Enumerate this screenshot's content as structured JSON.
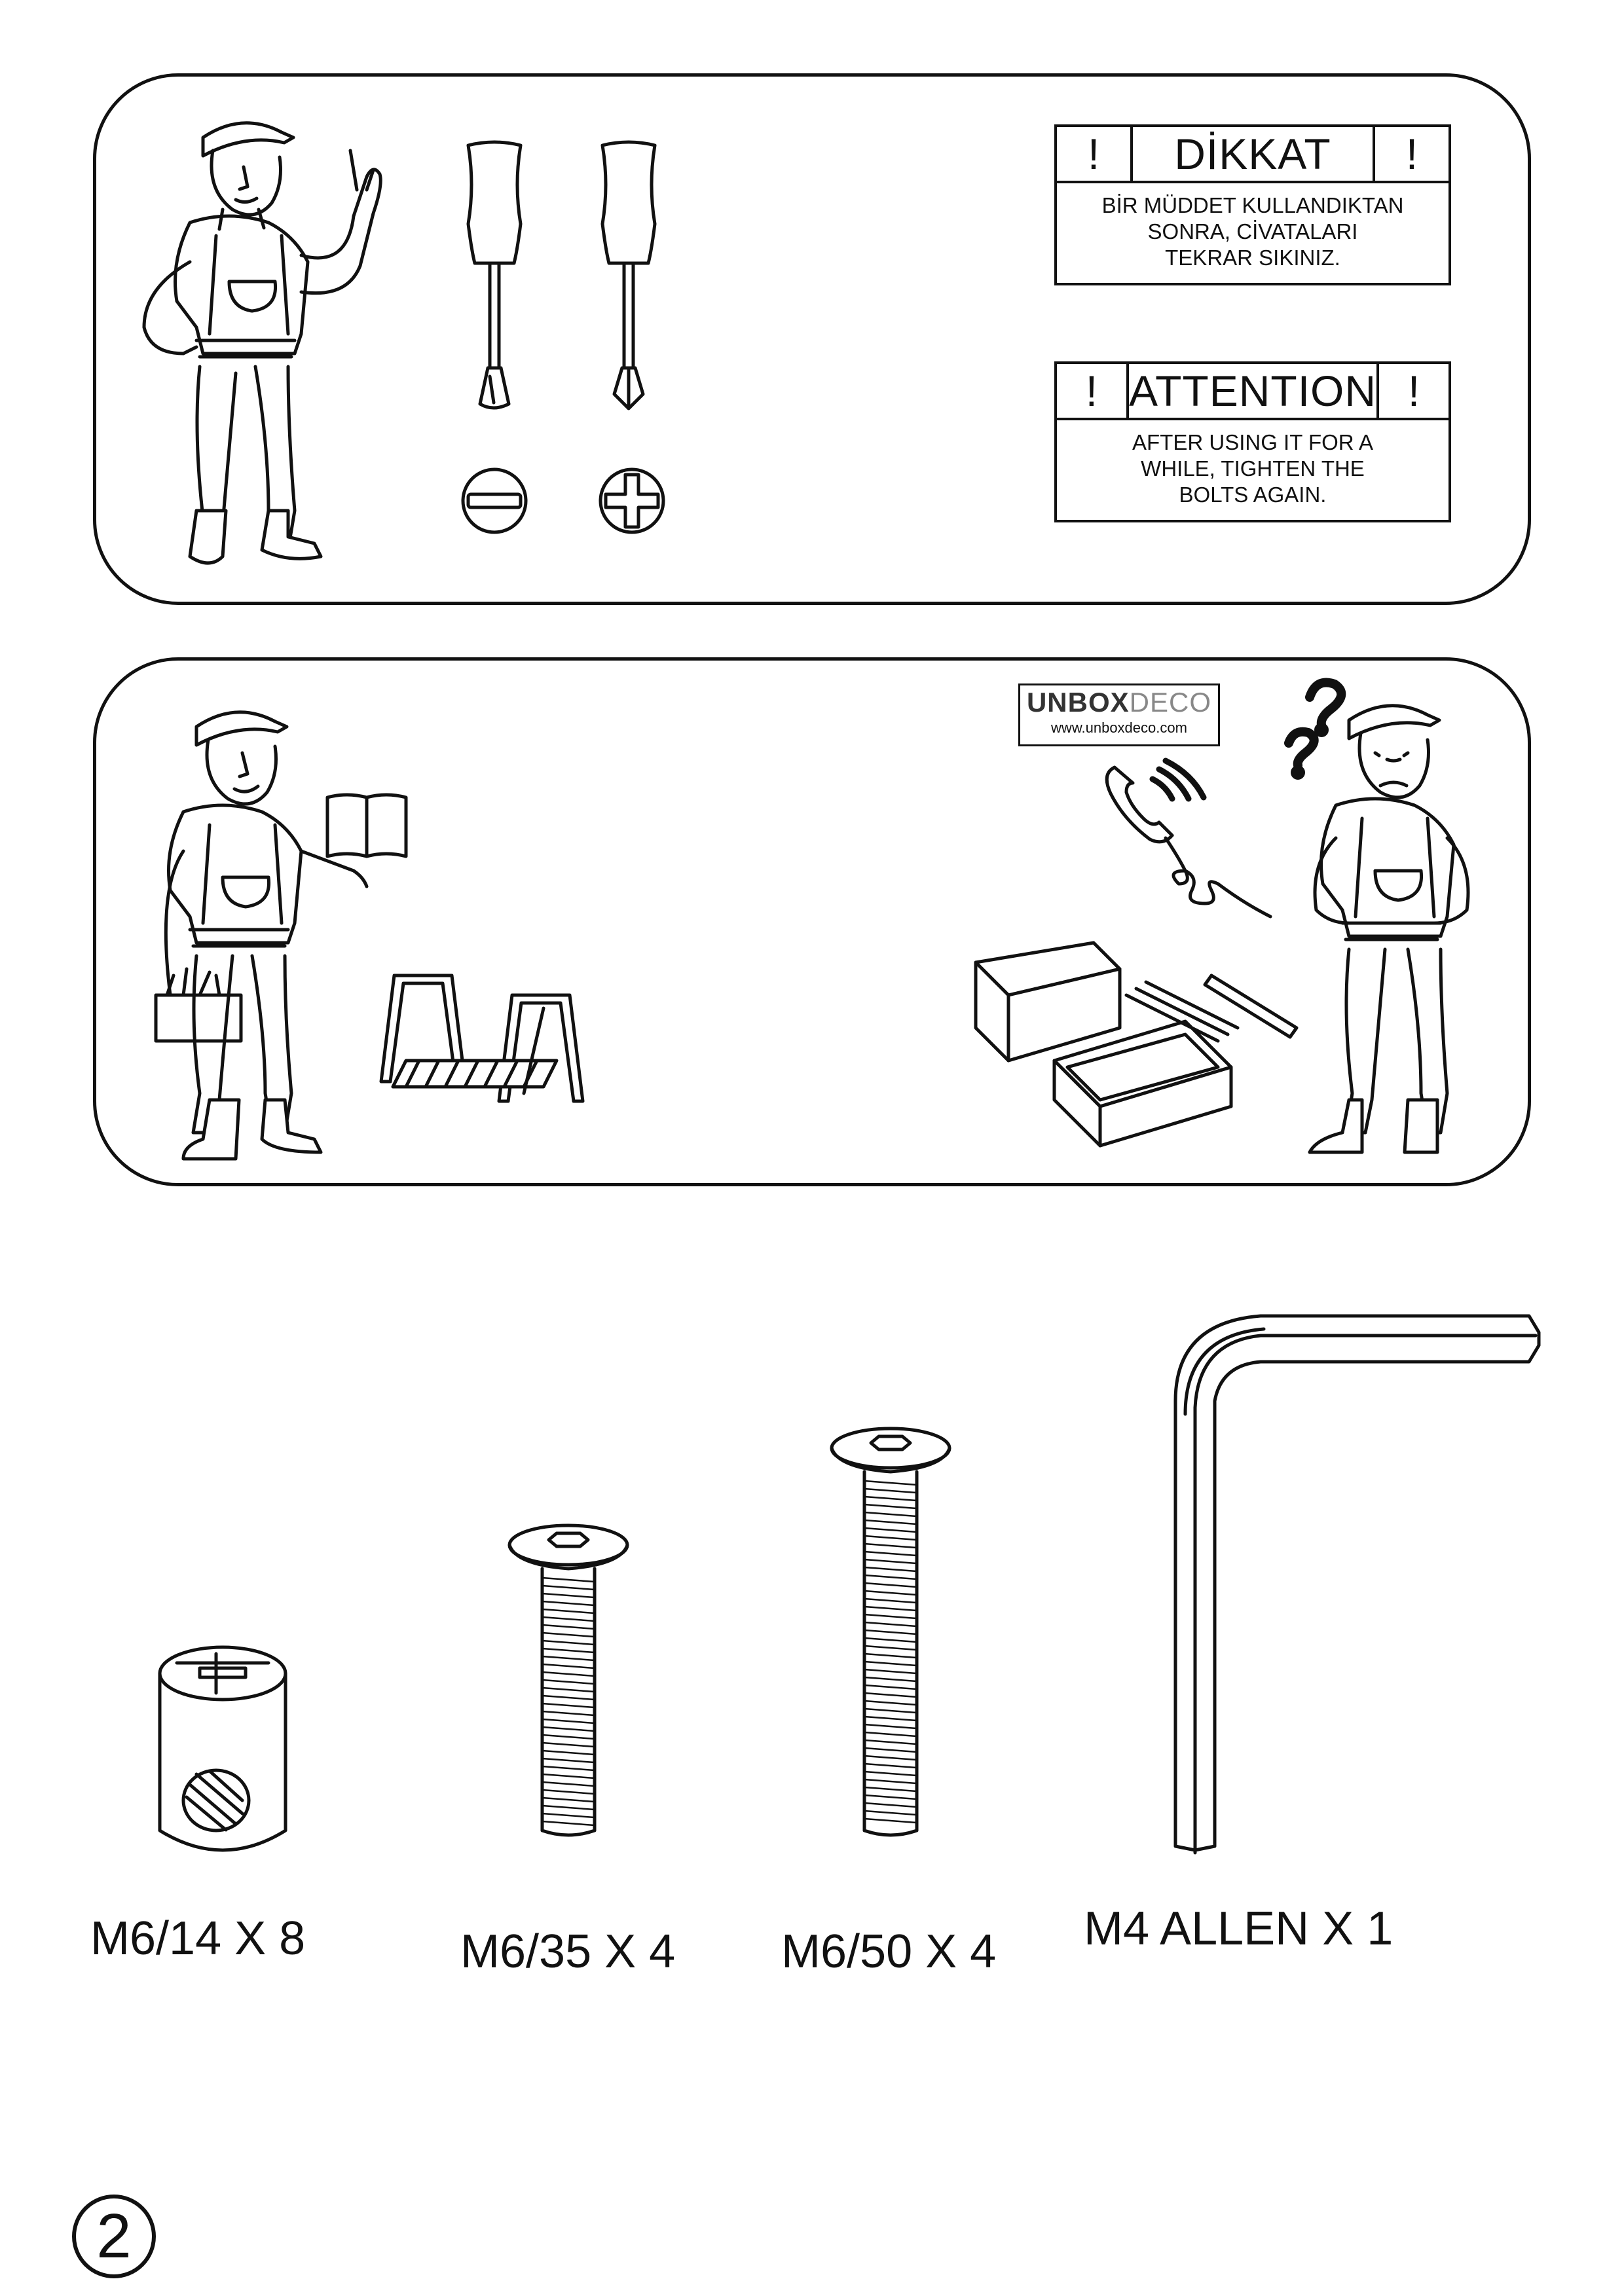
{
  "warning_tr": {
    "mark_left": "!",
    "title": "DİKKAT",
    "mark_right": "!",
    "lines": [
      "BİR MÜDDET KULLANDIKTAN",
      "SONRA, CİVATALARI",
      "TEKRAR SIKINIZ."
    ]
  },
  "warning_en": {
    "mark_left": "!",
    "title": "ATTENTION",
    "mark_right": "!",
    "lines": [
      "AFTER USING IT FOR A",
      "WHILE, TIGHTEN THE",
      "BOLTS AGAIN."
    ]
  },
  "logo": {
    "brand_bold": "UNBOX",
    "brand_light": "DECO",
    "url": "www.unboxdeco.com"
  },
  "icons": {
    "flat": "minus-icon",
    "phillips": "plus-icon",
    "phone": "phone-icon",
    "question": "question-mark-icon"
  },
  "parts": [
    {
      "label": "M6/14 X 8"
    },
    {
      "label": "M6/35 X 4"
    },
    {
      "label": "M6/50 X 4"
    },
    {
      "label": "M4 ALLEN X 1"
    }
  ],
  "page_number": "2"
}
